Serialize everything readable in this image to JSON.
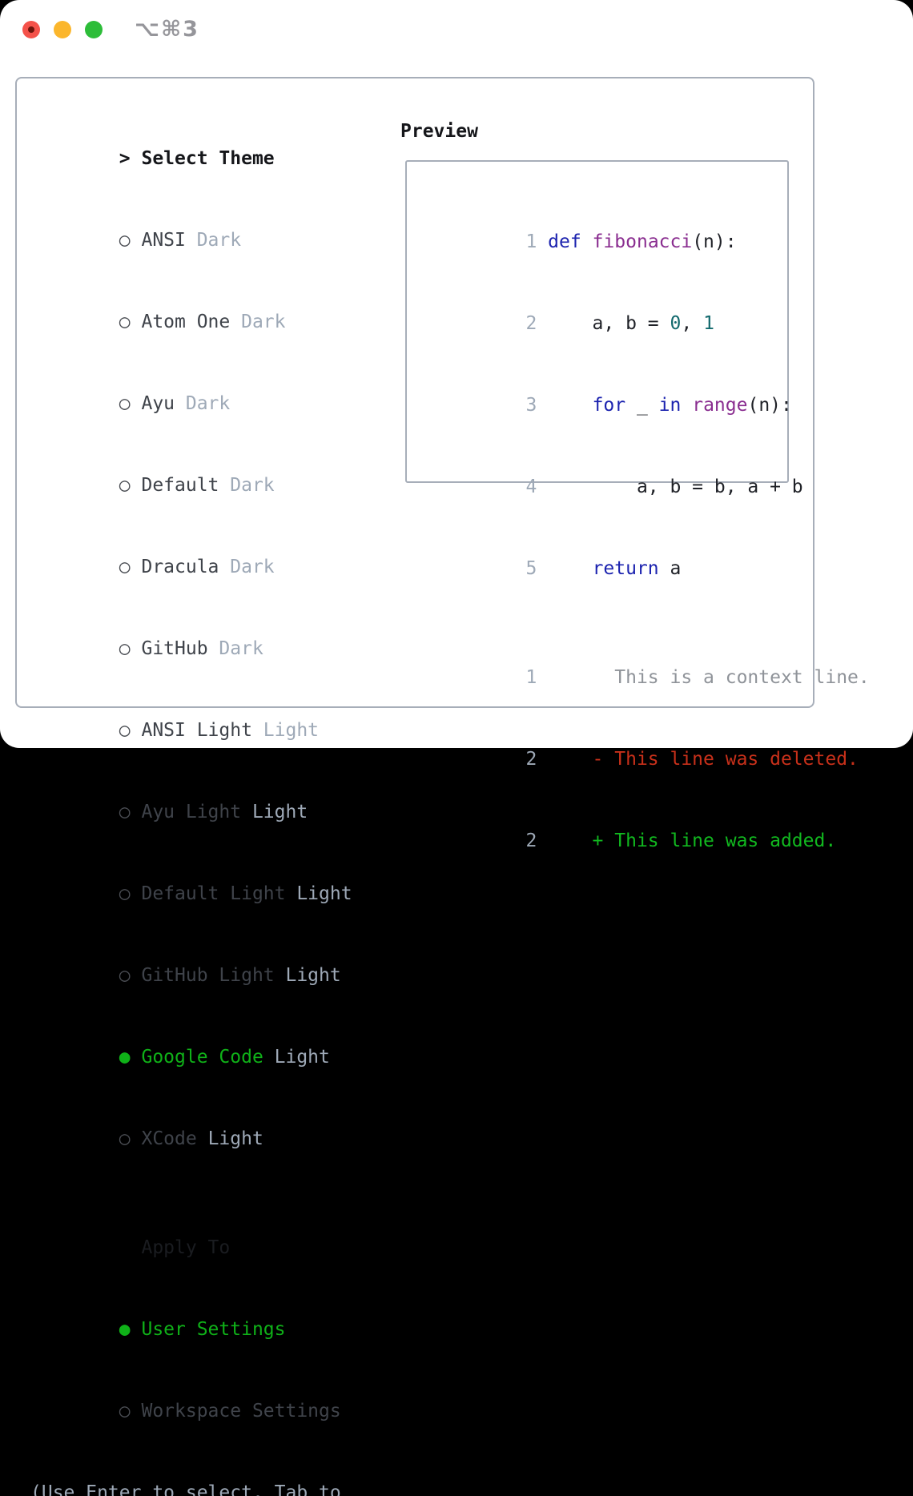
{
  "titlebar": {
    "shortcut": "⌥⌘3"
  },
  "glyphs": {
    "prompt": ">",
    "radio_off": "○",
    "radio_on": "●"
  },
  "colors": {
    "accent_green": "#0fb118",
    "muted_gray": "#9ea9b7",
    "keyword_blue": "#1c23af",
    "function_purple": "#8a2e90",
    "number_teal": "#136a6e",
    "diff_deleted_red": "#c8301a",
    "diff_added_green": "#11b81f",
    "traffic_red": "#f4524a",
    "traffic_yellow": "#fbb62c",
    "traffic_green": "#2dbd39"
  },
  "theme_picker": {
    "title": "Select Theme",
    "items": [
      {
        "name": "ANSI",
        "variant": "Dark",
        "selected": false
      },
      {
        "name": "Atom One",
        "variant": "Dark",
        "selected": false
      },
      {
        "name": "Ayu",
        "variant": "Dark",
        "selected": false
      },
      {
        "name": "Default",
        "variant": "Dark",
        "selected": false
      },
      {
        "name": "Dracula",
        "variant": "Dark",
        "selected": false
      },
      {
        "name": "GitHub",
        "variant": "Dark",
        "selected": false
      },
      {
        "name": "ANSI Light",
        "variant": "Light",
        "selected": false
      },
      {
        "name": "Ayu Light",
        "variant": "Light",
        "selected": false
      },
      {
        "name": "Default Light",
        "variant": "Light",
        "selected": false
      },
      {
        "name": "GitHub Light",
        "variant": "Light",
        "selected": false
      },
      {
        "name": "Google Code",
        "variant": "Light",
        "selected": true
      },
      {
        "name": "XCode",
        "variant": "Light",
        "selected": false
      }
    ]
  },
  "preview": {
    "title": "Preview",
    "code_lines": [
      {
        "num": "1",
        "tokens": [
          {
            "s": "keyword",
            "t": "def"
          },
          {
            "s": "plain",
            "t": " "
          },
          {
            "s": "function",
            "t": "fibonacci"
          },
          {
            "s": "plain",
            "t": "(n):"
          }
        ]
      },
      {
        "num": "2",
        "tokens": [
          {
            "s": "plain",
            "t": "    a, b = "
          },
          {
            "s": "number",
            "t": "0"
          },
          {
            "s": "plain",
            "t": ", "
          },
          {
            "s": "number",
            "t": "1"
          }
        ]
      },
      {
        "num": "3",
        "tokens": [
          {
            "s": "plain",
            "t": "    "
          },
          {
            "s": "keyword",
            "t": "for"
          },
          {
            "s": "plain",
            "t": " _ "
          },
          {
            "s": "keyword",
            "t": "in"
          },
          {
            "s": "plain",
            "t": " "
          },
          {
            "s": "function",
            "t": "range"
          },
          {
            "s": "plain",
            "t": "(n):"
          }
        ]
      },
      {
        "num": "4",
        "tokens": [
          {
            "s": "plain",
            "t": "        a, b = b, a + b"
          }
        ]
      },
      {
        "num": "5",
        "tokens": [
          {
            "s": "plain",
            "t": "    "
          },
          {
            "s": "keyword",
            "t": "return"
          },
          {
            "s": "plain",
            "t": " a"
          }
        ]
      }
    ],
    "diff_lines": [
      {
        "num": "1",
        "style": "context",
        "text": "      This is a context line."
      },
      {
        "num": "2",
        "style": "deleted",
        "text": "    - This line was deleted."
      },
      {
        "num": "2",
        "style": "added",
        "text": "    + This line was added."
      }
    ]
  },
  "apply_to": {
    "title": "Apply To",
    "items": [
      {
        "label": "User Settings",
        "selected": true
      },
      {
        "label": "Workspace Settings",
        "selected": false
      }
    ]
  },
  "footer": {
    "hint": "(Use Enter to select, Tab to change focus)"
  }
}
